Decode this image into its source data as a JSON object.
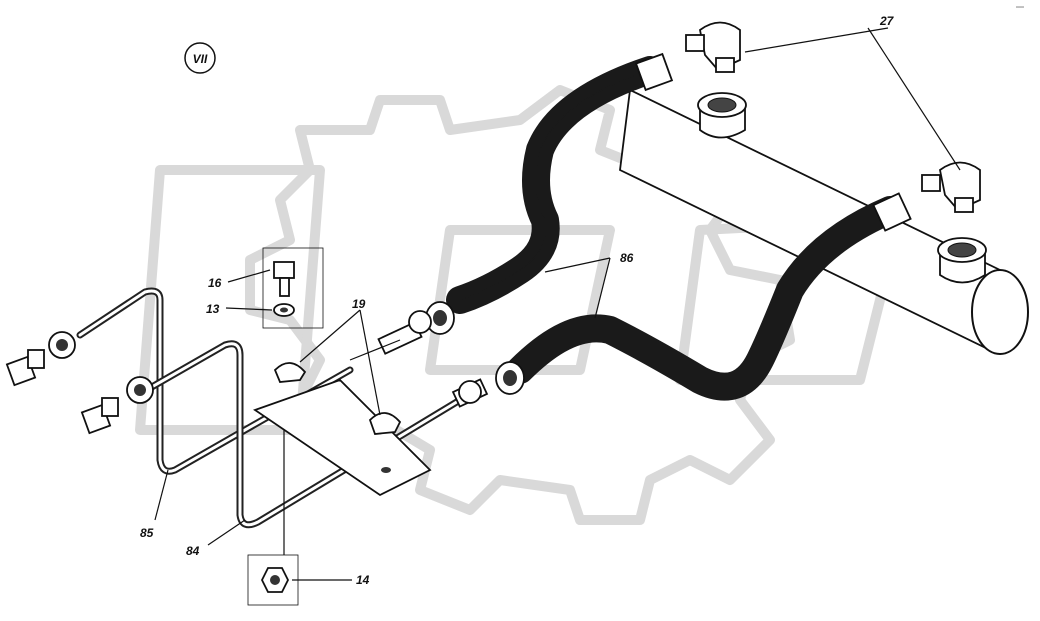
{
  "diagram": {
    "section_mark": "VII",
    "corner_note": "°°°°",
    "labels": [
      {
        "id": "l27",
        "text": "27"
      },
      {
        "id": "l86",
        "text": "86"
      },
      {
        "id": "l16",
        "text": "16"
      },
      {
        "id": "l13",
        "text": "13"
      },
      {
        "id": "l19",
        "text": "19"
      },
      {
        "id": "l85",
        "text": "85"
      },
      {
        "id": "l84",
        "text": "84"
      },
      {
        "id": "l14",
        "text": "14"
      }
    ]
  }
}
